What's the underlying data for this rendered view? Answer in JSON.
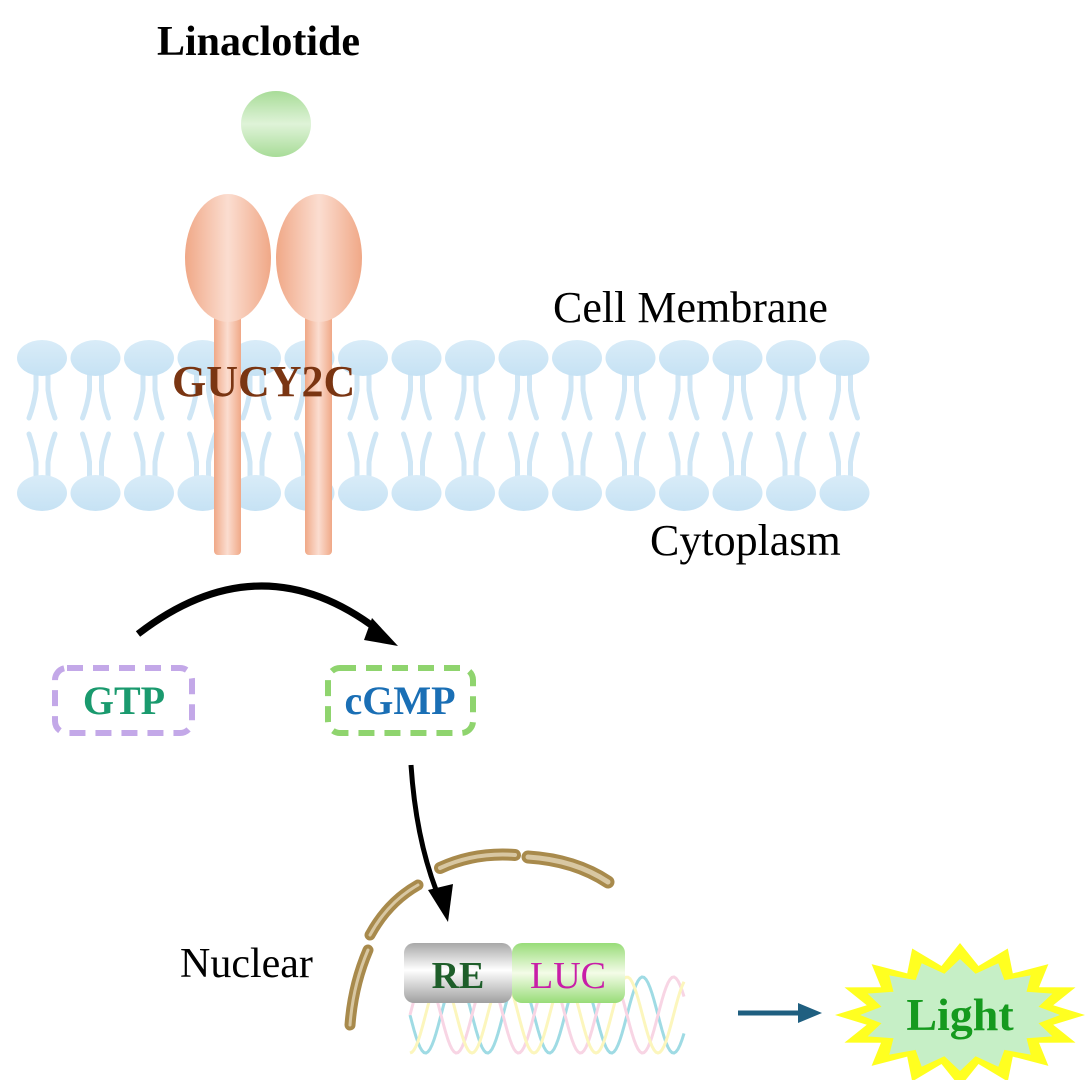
{
  "title": "Linaclotide",
  "labels": {
    "membrane": "Cell Membrane",
    "cytoplasm": "Cytoplasm",
    "receptor": "GUCY2C",
    "nuclear": "Nuclear"
  },
  "nodes": {
    "substrate": "GTP",
    "product": "cGMP",
    "response_element": "RE",
    "reporter": "LUC",
    "output": "Light"
  },
  "colors": {
    "ligand": "#b5e3a8",
    "receptor": "#f2b496",
    "receptor_label": "#7a3512",
    "lipid": "#cfe6f5",
    "gtp_border": "#c3a8e8",
    "gtp_text": "#1a9a6e",
    "cgmp_border": "#8fd46e",
    "cgmp_text": "#1a6fb5",
    "nuclear_envelope": "#a88a4c",
    "re_text": "#1e5e2a",
    "luc_text": "#c81ea8",
    "light_burst": "#ffff20",
    "light_fill": "#c6efc6",
    "light_text": "#159a1e",
    "output_arrow": "#1f5f80"
  }
}
